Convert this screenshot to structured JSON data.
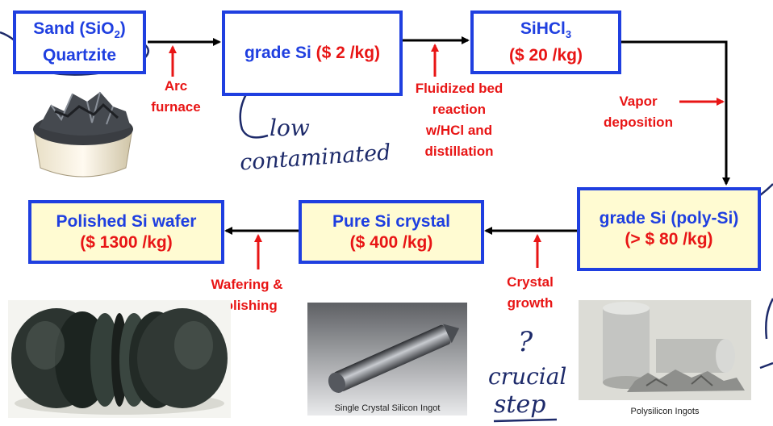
{
  "boxes": {
    "sand": {
      "line1": "Sand (SiO",
      "sub": "2",
      "line1_end": ")",
      "line2": "Quartzite"
    },
    "mg_si": {
      "name": "grade Si",
      "price": "($ 2 /kg)"
    },
    "sihcl3": {
      "name": "SiHCl",
      "sub": "3",
      "price": "($ 20 /kg)"
    },
    "poly_si": {
      "name": "grade Si (poly-Si)",
      "price": "(> $ 80 /kg)"
    },
    "pure_crystal": {
      "name": "Pure Si crystal",
      "price": "($ 400 /kg)"
    },
    "wafer": {
      "name": "Polished Si wafer",
      "price": "($ 1300 /kg)"
    }
  },
  "steps": {
    "arc": [
      "Arc",
      "furnace"
    ],
    "fluidized": [
      "Fluidized bed",
      "reaction",
      "w/HCl and",
      "distillation"
    ],
    "vapor": [
      "Vapor",
      "deposition"
    ],
    "crystal": [
      "Crystal",
      "growth"
    ],
    "wafering": [
      "Wafering &",
      "polishing"
    ]
  },
  "captions": {
    "ingot": "Single Crystal Silicon Ingot",
    "poly": "Polysilicon Ingots"
  },
  "handwriting": {
    "note1": "low",
    "note2": "contaminated",
    "q": "?",
    "crucial1": "crucial",
    "crucial2": "step"
  },
  "colors": {
    "box_border": "#1f3fe0",
    "text_blue": "#1f3fe0",
    "text_red": "#e81515",
    "yellow_fill": "#fffbd2",
    "ink": "#1d2a6a"
  }
}
